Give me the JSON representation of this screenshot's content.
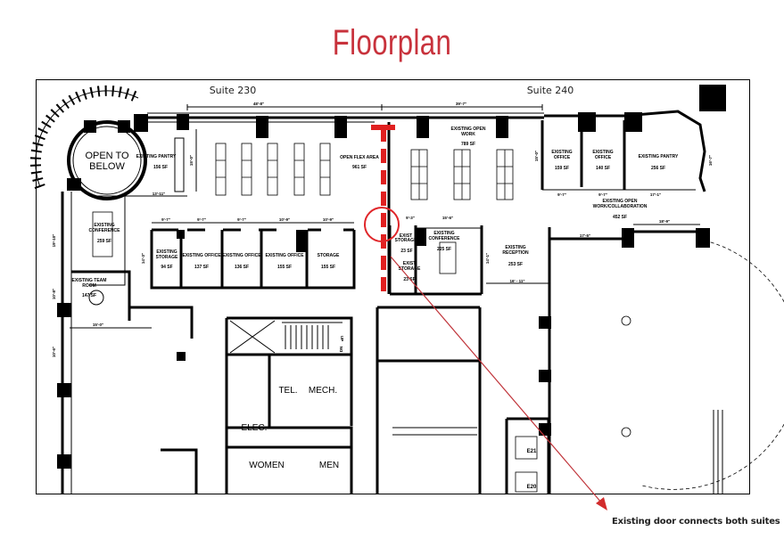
{
  "title": "Floorplan",
  "accent_color": "#c8323c",
  "annotation": "Existing door connects both suites",
  "suites": [
    "Suite 230",
    "Suite 240"
  ],
  "rooms": {
    "open_to_below": [
      "OPEN TO",
      "BELOW"
    ],
    "pantry_230": {
      "name": "EXISTING PANTRY",
      "area": "156 SF"
    },
    "flex": {
      "name": "OPEN FLEX AREA",
      "area": "961 SF"
    },
    "conf_230": {
      "name": [
        "EXISTING",
        "CONFERENCE"
      ],
      "area": "259 SF"
    },
    "team": {
      "name": [
        "EXISTING TEAM",
        "ROOM"
      ],
      "area": "147 SF"
    },
    "storage_94": {
      "name": [
        "EXISTING",
        "STORAGE"
      ],
      "area": "94 SF"
    },
    "office_137": {
      "name": "EXISTING OFFICE",
      "area": "137 SF"
    },
    "office_136": {
      "name": "EXISTING OFFICE",
      "area": "136 SF"
    },
    "office_155": {
      "name": "EXISTING OFFICE",
      "area": "155 SF"
    },
    "storage_155": {
      "name": "STORAGE",
      "area": "155 SF"
    },
    "open_work": {
      "name": [
        "EXISTING OPEN",
        "WORK"
      ],
      "area": "789 SF"
    },
    "office_159": {
      "name": [
        "EXISTING",
        "OFFICE"
      ],
      "area": "159 SF"
    },
    "office_140": {
      "name": [
        "EXISTING",
        "OFFICE"
      ],
      "area": "140 SF"
    },
    "pantry_240": {
      "name": "EXISTING PANTRY",
      "area": "256 SF"
    },
    "collab": {
      "name": [
        "EXISTING OPEN",
        "WORK/COLLABORATION"
      ],
      "area": "452 SF"
    },
    "exist_storage_1": {
      "name": [
        "EXIST",
        "STORAGE"
      ],
      "area": "23 SF"
    },
    "exist_storage_2": {
      "name": [
        "EXIST",
        "STORAGE"
      ],
      "area": "23 SF"
    },
    "conf_240": {
      "name": [
        "EXISTING",
        "CONFERENCE"
      ],
      "area": "225 SF"
    },
    "reception": {
      "name": [
        "EXISTING",
        "RECEPTION"
      ],
      "area": "253 SF"
    },
    "core": {
      "tel": "TEL.",
      "mech": "MECH.",
      "elec": "ELEC.",
      "women": "WOMEN",
      "men": "MEN",
      "up": "UP",
      "dn": "DN",
      "e21": "E21",
      "e20": "E20"
    }
  },
  "dimensions": {
    "d1": "48'-8\"",
    "d2": "39'-7\"",
    "d3": "15'-0\"",
    "d4": "13'-11\"",
    "d5": "9'-7\"",
    "d6": "9'-7\"",
    "d7": "9'-7\"",
    "d8": "10'-9\"",
    "d9": "10'-9\"",
    "d10": "14'-3\"",
    "d11": "19'-10\"",
    "d12": "10'-8\"",
    "d13": "9'-3\"",
    "d14": "15'-6\"",
    "d15": "14'-1\"",
    "d16": "16' - 11\"",
    "d17": "17'-5\"",
    "d18": "10'-6\"",
    "d19": "9'-7\"",
    "d20": "9'-7\"",
    "d21": "17'-1\"",
    "d22": "18'-9\"",
    "d23": "16'-7\"",
    "d24": "15'-0\""
  }
}
